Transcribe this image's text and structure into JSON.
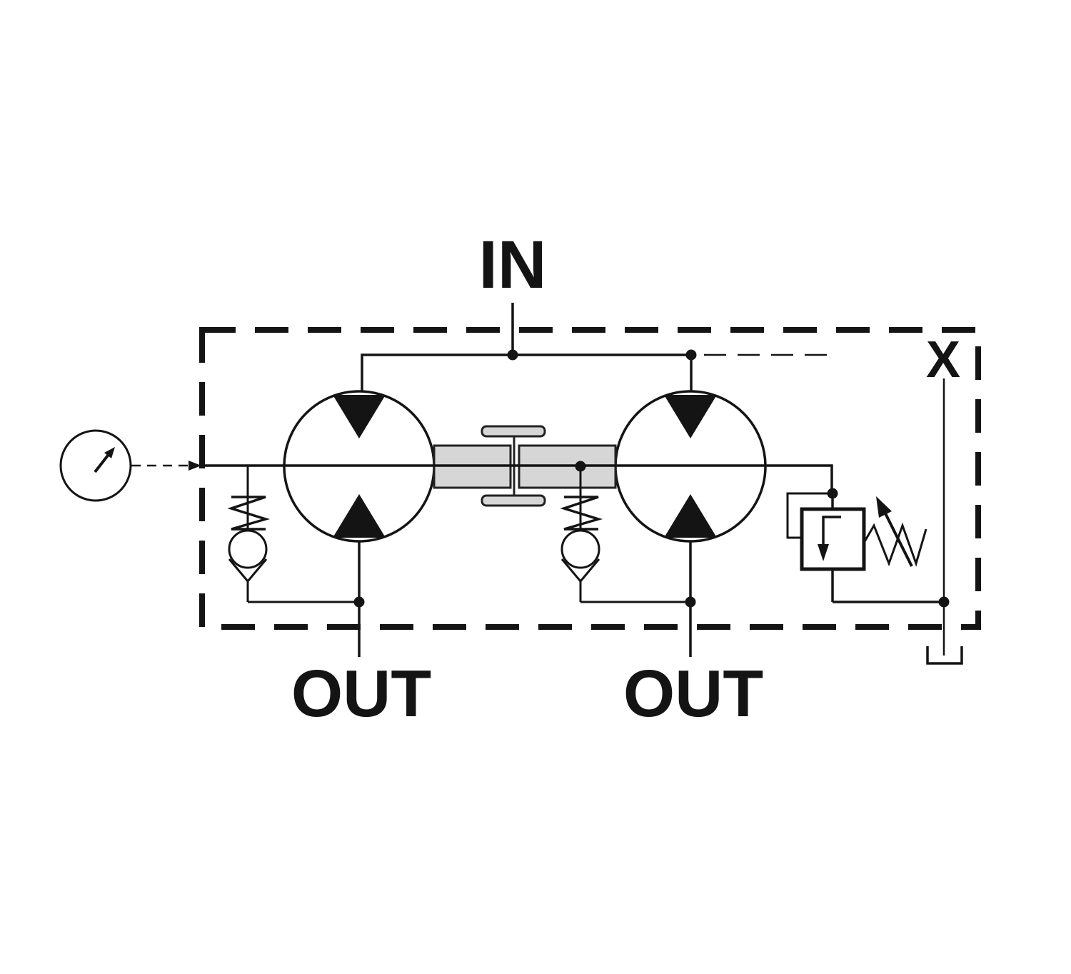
{
  "diagram": {
    "kind": "hydraulic-flow-divider-schematic",
    "labels": {
      "inlet_port": "IN",
      "left_outlet_port": "OUT",
      "right_outlet_port": "OUT",
      "pilot_port": "X"
    },
    "components": [
      {
        "name": "assembly-boundary",
        "description": "dashed enclosure around the valve assembly"
      },
      {
        "name": "pressure-gauge",
        "description": "analog gauge with needle connected to inlet line by dashed measurement line"
      },
      {
        "name": "left-divider-section",
        "description": "rotary gear flow-divider section, two filled triangles pointing inward"
      },
      {
        "name": "right-divider-section",
        "description": "rotary gear flow-divider section, two filled triangles pointing inward"
      },
      {
        "name": "shaft-coupling",
        "description": "gray common shaft with coupling plates joining both sections"
      },
      {
        "name": "left-check-valve",
        "description": "spring-loaded ball check valve to left outlet"
      },
      {
        "name": "right-check-valve",
        "description": "spring-loaded ball check valve to right outlet"
      },
      {
        "name": "relief-valve",
        "description": "adjustable spring pressure relief valve with pilot loop"
      },
      {
        "name": "tank-drain",
        "description": "drain to tank below pilot port X"
      }
    ],
    "colors": {
      "line": "#141414",
      "shaft_fill": "#d6d6d6",
      "background": "#ffffff"
    }
  }
}
